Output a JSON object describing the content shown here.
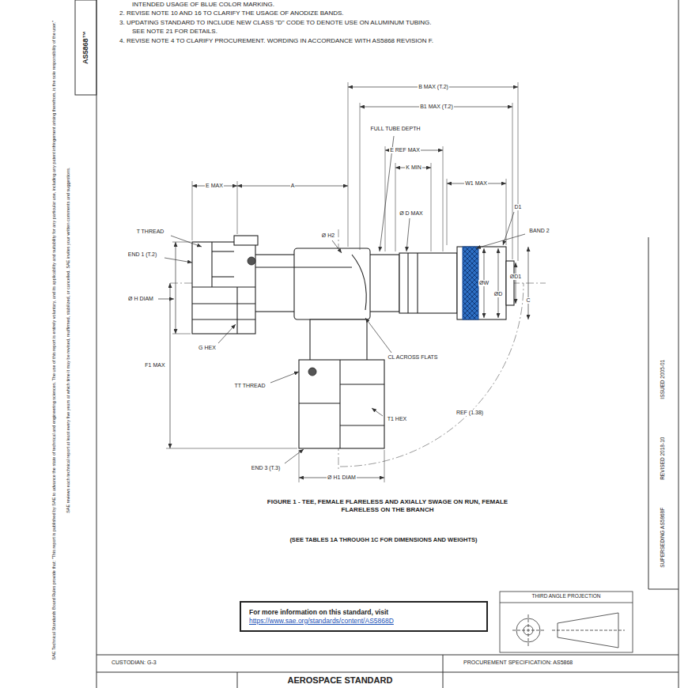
{
  "diagram": {
    "caption": "FIGURE 1 - TEE, FEMALE FLARELESS AND AXIALLY SWAGE ON RUN, FEMALE FLARELESS ON THE BRANCH",
    "nodes": [
      {
        "text": [
          "For more information on this standard, visit",
          "https://www.sae.org/standards/content/AS5868D"
        ]
      },
      {
        "text": [
          "THIRD ANGLE PROJECTION"
        ]
      }
    ],
    "labels": [
      "INTENDED USAGE OF BLUE COLOR MARKING.",
      "2. REVISE NOTE 10 AND 16 TO CLARIFY THE USAGE OF ANODIZE BANDS.",
      "3. UPDATING STANDARD TO INCLUDE NEW CLASS \"D\" CODE TO DENOTE USE ON ALUMINUM TUBING.",
      "SEE NOTE 21 FOR DETAILS.",
      "4. REVISE NOTE 4 TO CLARIFY PROCUREMENT. WORDING IN ACCORDANCE WITH AS5868 REVISION F.",
      "AS5868™",
      "SAE Technical Standards Board Rules provide that: \"This report is published by SAE to advance the state of technical and engineering sciences. The use of this report is entirely voluntary, and its applicability and suitability for any particular use, including any patent infringement arising therefrom, is the sole responsibility of the user.\"",
      "SAE reviews each technical report at least every five years at which time it may be revised, reaffirmed, stabilized, or cancelled. SAE invites your written comments and suggestions.",
      "B MAX (T.2)",
      "B1 MAX (T.2)",
      "FULL TUBE DEPTH",
      "E REF MAX",
      "K MIN",
      "W1 MAX",
      "D1",
      "BAND 2",
      "ØW",
      "ØD",
      "ØD1",
      "C",
      "E MAX",
      "A",
      "T THREAD",
      "END 1 (T.2)",
      "Ø H DIAM",
      "G HEX",
      "Ø H2",
      "Ø D MAX",
      "CL ACROSS FLATS",
      "TT THREAD",
      "T1 HEX",
      "F1 MAX",
      "END 3 (T.3)",
      "Ø H1 DIAM",
      "REF (1.38)",
      "(SEE TABLES 1A THROUGH 1C FOR DIMENSIONS AND WEIGHTS)",
      "CUSTODIAN: G-3",
      "PROCUREMENT SPECIFICATION: AS5868",
      "AEROSPACE STANDARD",
      "ISSUED 2005-01",
      "REVISED 2018-10",
      "SUPERSEDING AS5868F"
    ]
  }
}
